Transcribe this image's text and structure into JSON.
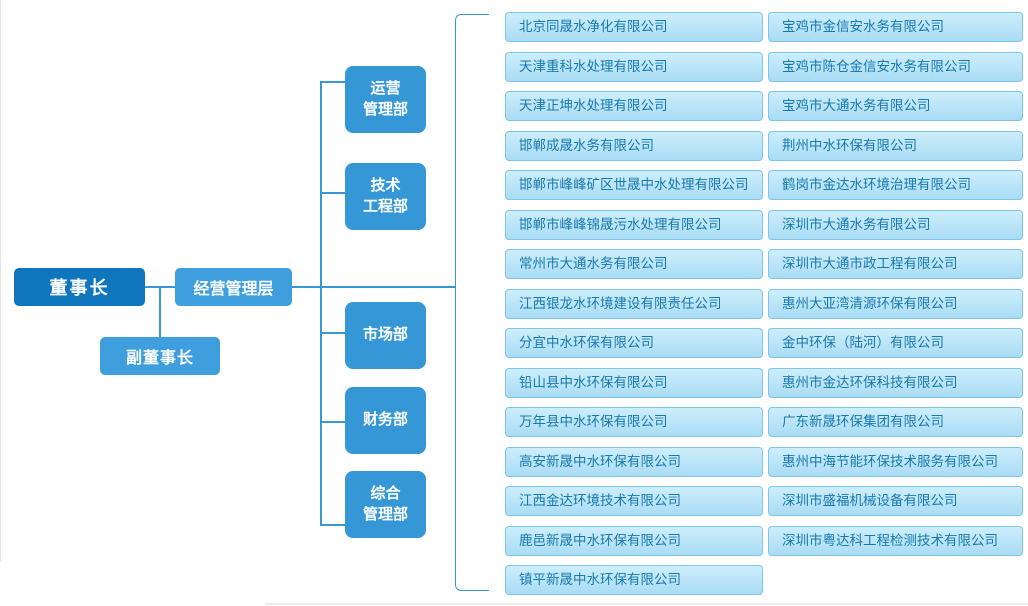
{
  "colors": {
    "chairman_bg": "#0f76bd",
    "secondary_bg": "#3f9fde",
    "department_bg": "#3697d7",
    "connector": "#3a97d3",
    "company_bg_top": "#cdeefb",
    "company_bg_bottom": "#a9dcf5",
    "company_border": "#7fc5e8",
    "company_text": "#1879ae",
    "edge_line": "#dfe5e9",
    "edge_bottom_line": "#ececec"
  },
  "nodes": {
    "chairman": "董事长",
    "vice_chairman": "副董事长",
    "management_layer": "经营管理层"
  },
  "departments": [
    "运营\n管理部",
    "技术\n工程部",
    "市场部",
    "财务部",
    "综合\n管理部"
  ],
  "companies_left": [
    "北京同晟水净化有限公司",
    "天津重科水处理有限公司",
    "天津正坤水处理有限公司",
    "邯郸成晟水务有限公司",
    "邯郸市峰峰矿区世晟中水处理有限公司",
    "邯郸市峰峰锦晟污水处理有限公司",
    "常州市大通水务有限公司",
    "江西银龙水环境建设有限责任公司",
    "分宜中水环保有限公司",
    "铅山县中水环保有限公司",
    "万年县中水环保有限公司",
    "高安新晟中水环保有限公司",
    "江西金达环境技术有限公司",
    "鹿邑新晟中水环保有限公司",
    "镇平新晟中水环保有限公司"
  ],
  "companies_right": [
    "宝鸡市金信安水务有限公司",
    "宝鸡市陈仓金信安水务有限公司",
    "宝鸡市大通水务有限公司",
    "荆州中水环保有限公司",
    "鹤岗市金达水环境治理有限公司",
    "深圳市大通水务有限公司",
    "深圳市大通市政工程有限公司",
    "惠州大亚湾清源环保有限公司",
    "金中环保（陆河）有限公司",
    "惠州市金达环保科技有限公司",
    "广东新晟环保集团有限公司",
    "惠州中海节能环保技术服务有限公司",
    "深圳市盛福机械设备有限公司",
    "深圳市粤达科工程检测技术有限公司"
  ]
}
